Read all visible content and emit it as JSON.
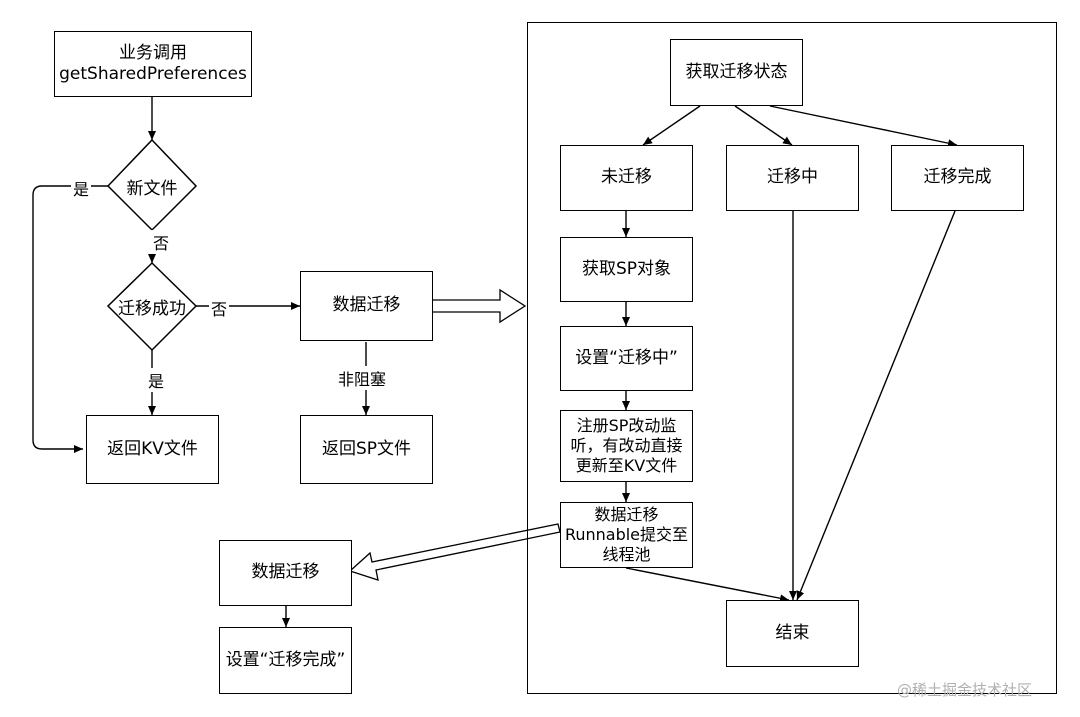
{
  "nodes": {
    "start": "业务调用\ngetSharedPreferences",
    "new_file": "新文件",
    "migrate_success": "迁移成功",
    "data_migrate_main": "数据迁移",
    "return_kv": "返回KV文件",
    "return_sp": "返回SP文件",
    "get_state": "获取迁移状态",
    "not_migrated": "未迁移",
    "migrating": "迁移中",
    "migrated": "迁移完成",
    "get_sp": "获取SP对象",
    "set_migrating": "设置“迁移中”",
    "register_listener": "注册SP改动监\n听，有改动直接\n更新至KV文件",
    "submit_runnable": "数据迁移\nRunnable提交至\n线程池",
    "end": "结束",
    "bg_migrate": "数据迁移",
    "set_done": "设置“迁移完成”"
  },
  "edge_labels": {
    "yes_new": "是",
    "no_new": "否",
    "no_success": "否",
    "yes_success": "是",
    "non_blocking": "非阻塞"
  },
  "watermark": "@稀土掘金技术社区"
}
